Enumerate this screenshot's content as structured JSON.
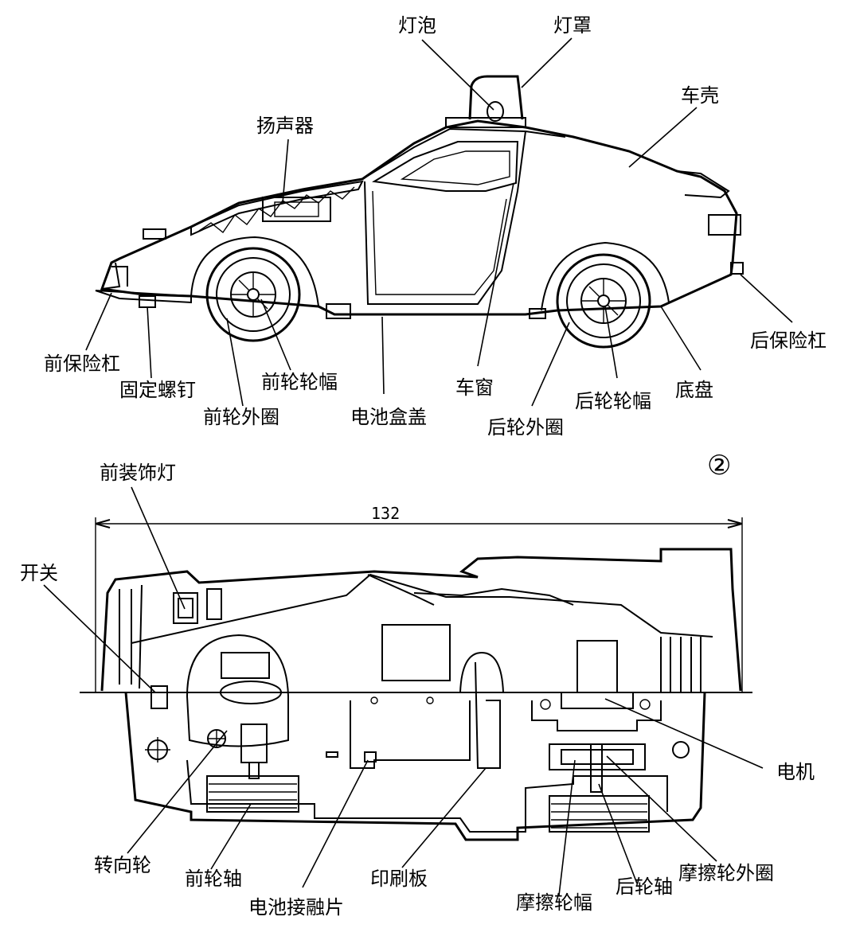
{
  "figure_number": "②",
  "dimension": "132",
  "side_view_labels": {
    "bulb": "灯泡",
    "lamp_cover": "灯罩",
    "speaker": "扬声器",
    "shell": "车壳",
    "front_bumper": "前保险杠",
    "fixing_screw": "固定螺钉",
    "front_wheel_spoke": "前轮轮幅",
    "front_wheel_rim": "前轮外圈",
    "battery_cover": "电池盒盖",
    "window": "车窗",
    "rear_wheel_rim": "后轮外圈",
    "rear_wheel_spoke": "后轮轮幅",
    "chassis": "底盘",
    "rear_bumper": "后保险杠"
  },
  "plan_view_labels": {
    "front_decor_lamp": "前装饰灯",
    "switch": "开关",
    "motor": "电机",
    "steering_wheel": "转向轮",
    "front_axle": "前轮轴",
    "battery_contact": "电池接融片",
    "pcb": "印刷板",
    "friction_wheel_spoke": "摩擦轮幅",
    "rear_axle": "后轮轴",
    "friction_wheel_rim": "摩擦轮外圈"
  }
}
